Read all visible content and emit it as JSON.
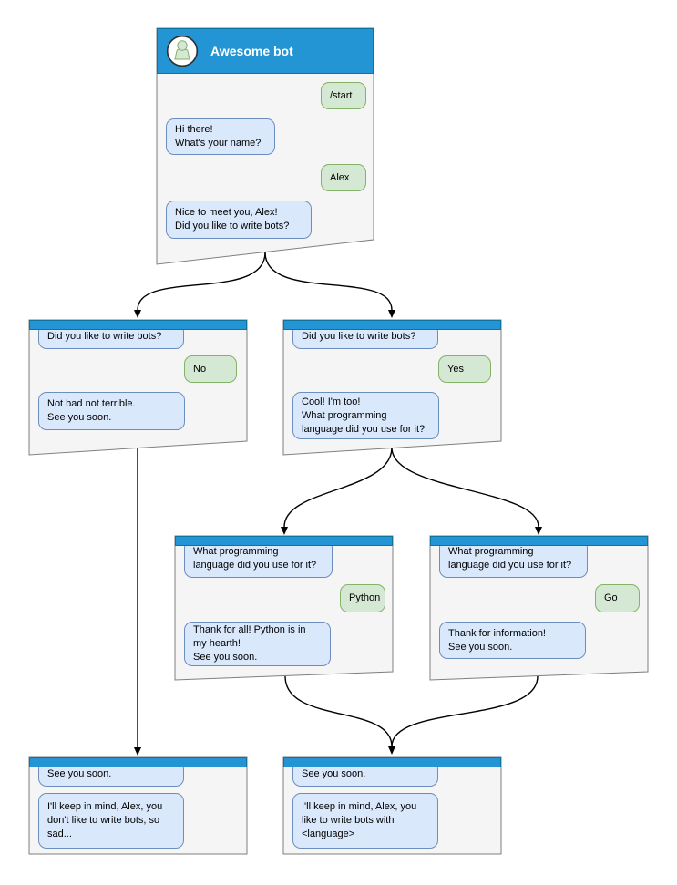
{
  "colors": {
    "header_blue": "#2395d4",
    "header_border": "#10739e",
    "window_bg": "#f5f5f5",
    "window_border": "#7f7f7f",
    "bot_bubble_bg": "#dae8fc",
    "bot_bubble_border": "#6c8ebf",
    "user_bubble_bg": "#d5e8d4",
    "user_bubble_border": "#82b366",
    "arrow": "#000000"
  },
  "main_window": {
    "title": "Awesome bot",
    "avatar_icon": "person-icon",
    "messages": {
      "start_command": "/start",
      "ask_name": "Hi there!\nWhat's your name?",
      "user_name": "Alex",
      "ask_bots": "Nice to meet you, Alex!\nDid you like to write bots?"
    }
  },
  "branch_no": {
    "question": "Did you like to write bots?",
    "answer": "No",
    "reply": "Not bad not terrible.\nSee you soon."
  },
  "branch_yes": {
    "question": "Did you like to write bots?",
    "answer": "Yes",
    "reply": "Cool! I'm too!\nWhat programming\nlanguage did you use for it?"
  },
  "branch_python": {
    "question": "What programming\nlanguage did you use for it?",
    "answer": "Python",
    "reply": "Thank for all! Python is in\nmy hearth!\nSee you soon."
  },
  "branch_go": {
    "question": "What programming\nlanguage did you use for it?",
    "answer": "Go",
    "reply": "Thank for information!\nSee you soon."
  },
  "end_no": {
    "question": "See you soon.",
    "reply": "I'll keep in mind, Alex, you\ndon't like to write bots, so\nsad..."
  },
  "end_yes": {
    "question": "See you soon.",
    "reply": "I'll keep in mind, Alex, you\nlike to write bots with\n<language>"
  },
  "connections": [
    {
      "from": "main",
      "to": "branch_no"
    },
    {
      "from": "main",
      "to": "branch_yes"
    },
    {
      "from": "branch_no",
      "to": "end_no"
    },
    {
      "from": "branch_yes",
      "to": "branch_python"
    },
    {
      "from": "branch_yes",
      "to": "branch_go"
    },
    {
      "from": "branch_python",
      "to": "end_yes"
    },
    {
      "from": "branch_go",
      "to": "end_yes"
    }
  ]
}
